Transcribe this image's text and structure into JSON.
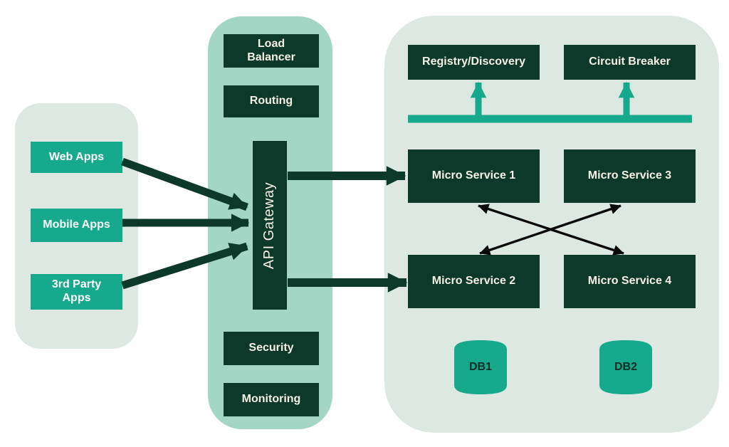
{
  "diagram_type": "architecture",
  "colors": {
    "background": "#ffffff",
    "panel_sage": "#dce8e1",
    "panel_mint": "#a3d6c5",
    "node_dark_green": "#0d392b",
    "accent_teal": "#16a98b",
    "arrow_dark": "#0d392b",
    "arrow_black": "#0a0a0a",
    "label_light": "#f5f1e6"
  },
  "clients_panel": {
    "apps": [
      "Web Apps",
      "Mobile Apps",
      "3rd Party Apps"
    ]
  },
  "gateway_panel": {
    "load_balancer": "Load Balancer",
    "routing": "Routing",
    "api_gateway": "API Gateway",
    "security": "Security",
    "monitoring": "Monitoring"
  },
  "services_panel": {
    "registry": "Registry/Discovery",
    "circuit_breaker": "Circuit Breaker",
    "microservices": [
      "Micro Service 1",
      "Micro Service 3",
      "Micro Service 2",
      "Micro Service 4"
    ],
    "databases": [
      "DB1",
      "DB2"
    ]
  },
  "connections": [
    "Web Apps -> API Gateway",
    "Mobile Apps -> API Gateway",
    "3rd Party Apps -> API Gateway",
    "API Gateway -> Micro Service 1",
    "API Gateway -> Micro Service 2",
    "Micro Service 1 <-> Micro Service 4",
    "Micro Service 2 <-> Micro Service 3",
    "bus -> Registry/Discovery",
    "bus -> Circuit Breaker"
  ]
}
